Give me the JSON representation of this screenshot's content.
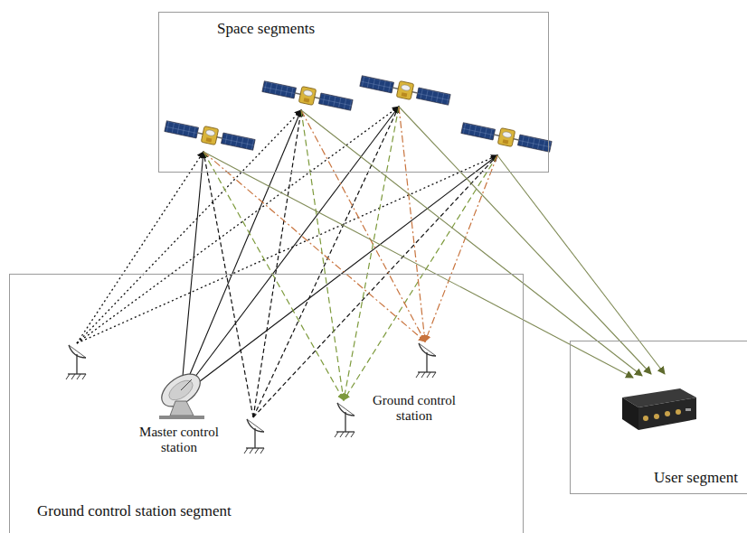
{
  "diagram": {
    "nodes": [
      {
        "text": [
          "Space segments"
        ]
      },
      {
        "text": [
          "Ground control station segment"
        ]
      },
      {
        "text": [
          "User segment"
        ]
      }
    ],
    "labels": [
      "Master control station",
      "Ground control station"
    ]
  }
}
